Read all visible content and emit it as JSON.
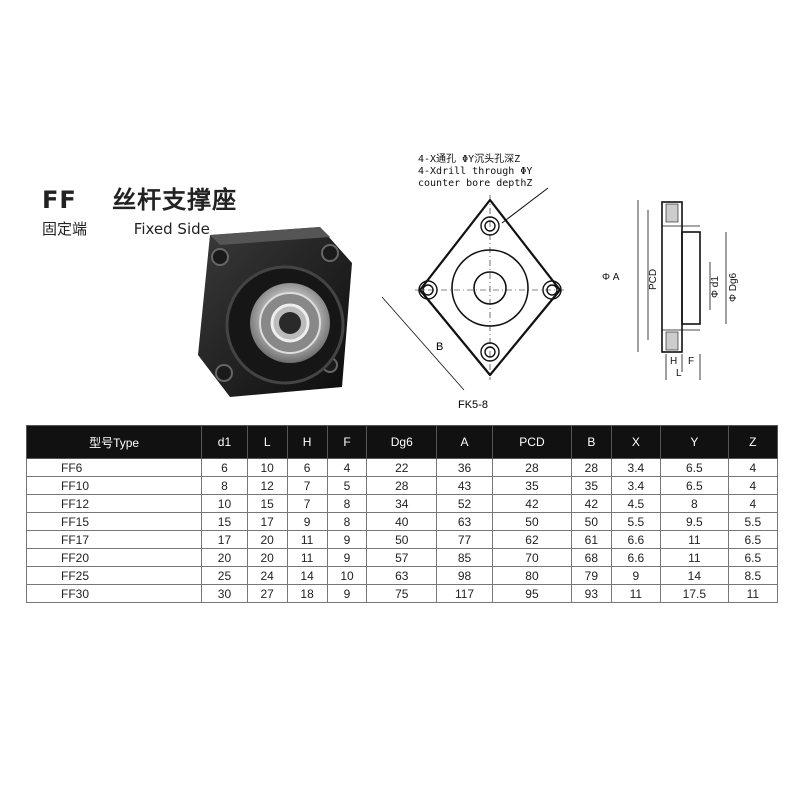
{
  "header": {
    "code": "FF",
    "title_cn": "丝杆支撑座",
    "subtitle_cn": "固定端",
    "subtitle_en": "Fixed Side"
  },
  "drawing": {
    "note_line1": "4-X通孔 ΦY沉头孔深Z",
    "note_line2": "4-Xdrill through ΦY",
    "note_line3": "counter bore depthZ",
    "label_b": "B",
    "model": "FK5-8",
    "label_phi_a": "Φ A",
    "label_pcd": "PCD",
    "label_phi_d1": "Φ d1",
    "label_phi_dg6": "Φ Dg6",
    "label_h": "H",
    "label_f": "F",
    "label_l": "L"
  },
  "table": {
    "headers": [
      "型号Type",
      "d1",
      "L",
      "H",
      "F",
      "Dg6",
      "A",
      "PCD",
      "B",
      "X",
      "Y",
      "Z"
    ],
    "rows": [
      [
        "FF6",
        "6",
        "10",
        "6",
        "4",
        "22",
        "36",
        "28",
        "28",
        "3.4",
        "6.5",
        "4"
      ],
      [
        "FF10",
        "8",
        "12",
        "7",
        "5",
        "28",
        "43",
        "35",
        "35",
        "3.4",
        "6.5",
        "4"
      ],
      [
        "FF12",
        "10",
        "15",
        "7",
        "8",
        "34",
        "52",
        "42",
        "42",
        "4.5",
        "8",
        "4"
      ],
      [
        "FF15",
        "15",
        "17",
        "9",
        "8",
        "40",
        "63",
        "50",
        "50",
        "5.5",
        "9.5",
        "5.5"
      ],
      [
        "FF17",
        "17",
        "20",
        "11",
        "9",
        "50",
        "77",
        "62",
        "61",
        "6.6",
        "11",
        "6.5"
      ],
      [
        "FF20",
        "20",
        "20",
        "11",
        "9",
        "57",
        "85",
        "70",
        "68",
        "6.6",
        "11",
        "6.5"
      ],
      [
        "FF25",
        "25",
        "24",
        "14",
        "10",
        "63",
        "98",
        "80",
        "79",
        "9",
        "14",
        "8.5"
      ],
      [
        "FF30",
        "30",
        "27",
        "18",
        "9",
        "75",
        "117",
        "95",
        "93",
        "11",
        "17.5",
        "11"
      ]
    ]
  }
}
